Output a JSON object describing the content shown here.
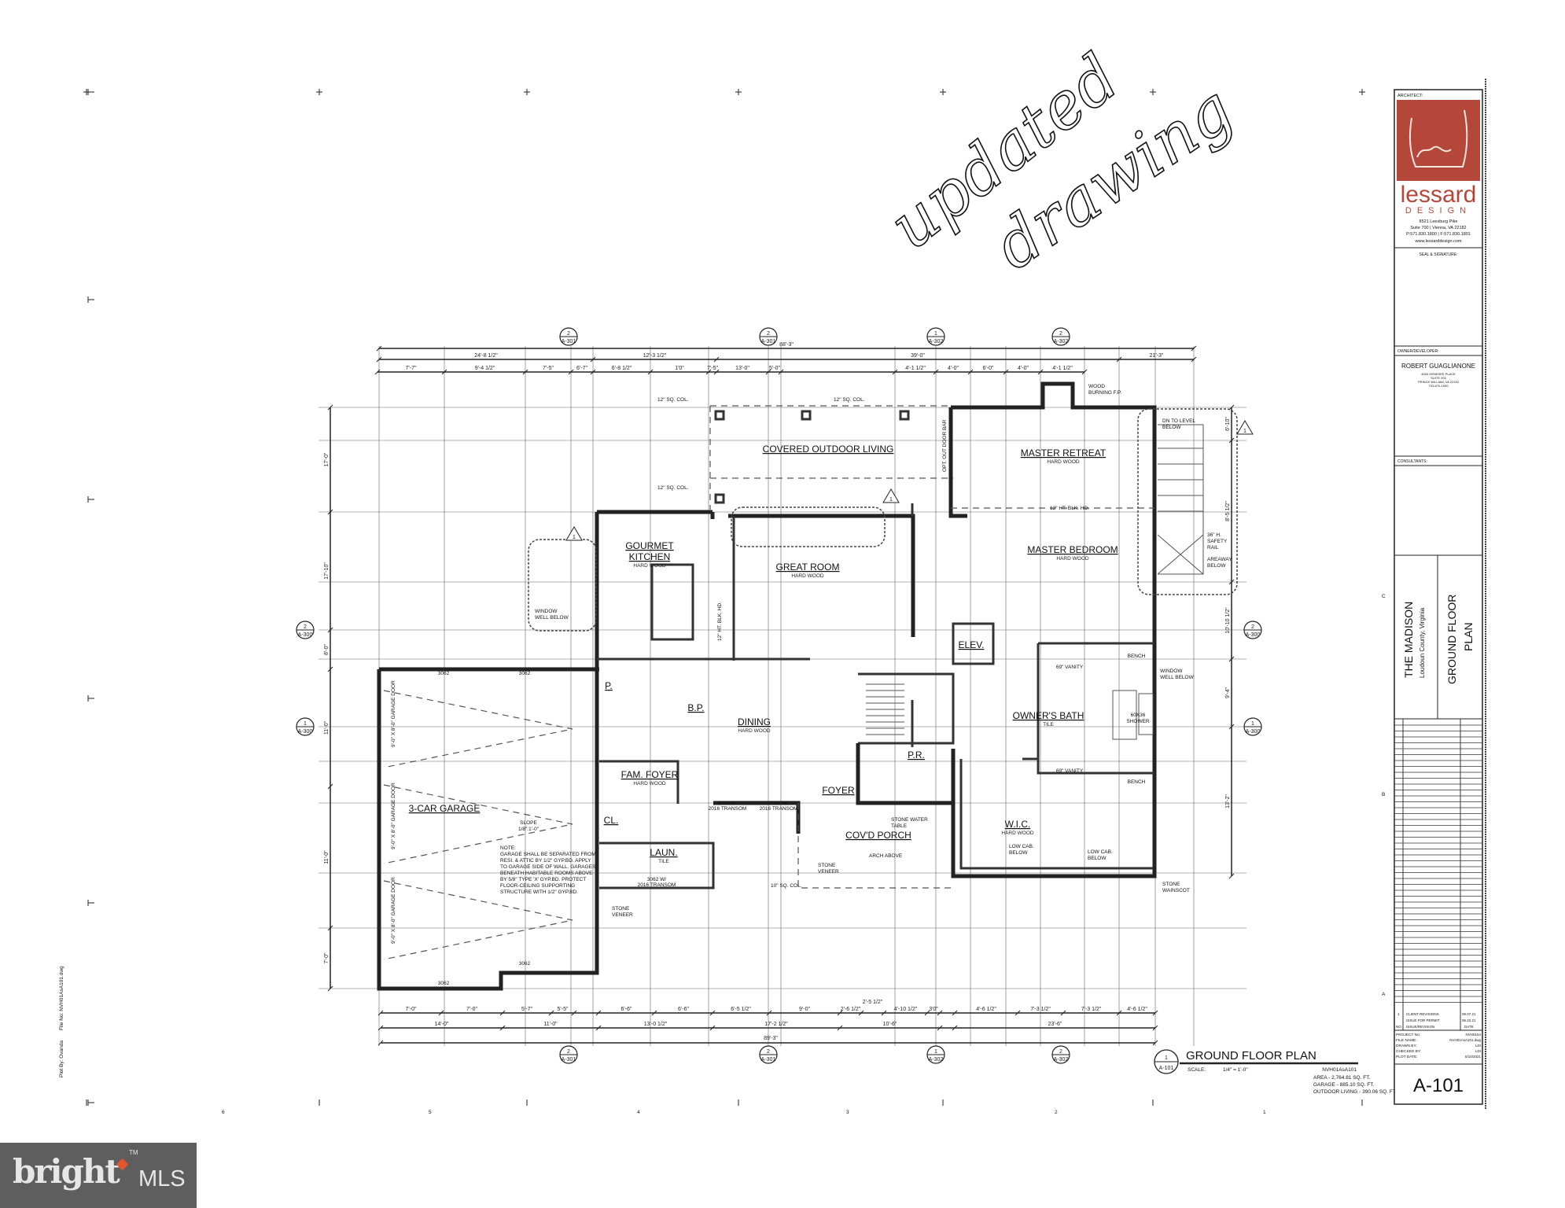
{
  "annotation": {
    "handwritten_line1": "updated",
    "handwritten_line2": "drawing"
  },
  "margin_text": {
    "plot_by": "Plot By: Ovanda",
    "file_no": "File No: NVH01AsA101.dwg"
  },
  "plan": {
    "title": "GROUND FLOOR PLAN",
    "callout_number": "1",
    "callout_sheet": "A-101",
    "scale_label": "SCALE:",
    "scale_value": "1/4\" = 1'-0\"",
    "file_ref": "NVH01AsA101",
    "area_lines": [
      "AREA - 2,764.81 SQ. FT.",
      "GARAGE - 885.10 SQ. FT.",
      "OUTDOOR LIVING - 390.06 SQ. FT."
    ],
    "rooms": [
      {
        "name": "COVERED OUTDOOR LIVING",
        "finish": ""
      },
      {
        "name": "MASTER RETREAT",
        "finish": "HARD WOOD"
      },
      {
        "name": "GOURMET",
        "finish": "HARD WOOD",
        "name2": "KITCHEN"
      },
      {
        "name": "GREAT ROOM",
        "finish": "HARD WOOD"
      },
      {
        "name": "MASTER BEDROOM",
        "finish": "HARD WOOD"
      },
      {
        "name": "ELEV.",
        "finish": ""
      },
      {
        "name": "OWNER'S BATH",
        "finish": "TILE"
      },
      {
        "name": "DINING",
        "finish": "HARD WOOD"
      },
      {
        "name": "P.",
        "finish": ""
      },
      {
        "name": "B.P.",
        "finish": ""
      },
      {
        "name": "FAM. FOYER",
        "finish": "HARD WOOD"
      },
      {
        "name": "FOYER",
        "finish": ""
      },
      {
        "name": "3-CAR GARAGE",
        "finish": ""
      },
      {
        "name": "P.R.",
        "finish": ""
      },
      {
        "name": "W.I.C.",
        "finish": "HARD WOOD"
      },
      {
        "name": "COV'D PORCH",
        "finish": ""
      },
      {
        "name": "LAUN.",
        "finish": "TILE"
      },
      {
        "name": "CL.",
        "finish": ""
      }
    ],
    "notes": {
      "garage_note": [
        "NOTE:",
        "GARAGE SHALL BE SEPARATED FROM",
        "RESI. & ATTIC BY 1/2\" GYP.BD. APPLY",
        "TO GARAGE SIDE OF WALL. GARAGES",
        "BENEATH HABITABLE ROOMS ABOVE",
        "BY 5/8\" TYPE 'X' GYP.BD. PROTECT",
        "FLOOR-CEILING SUPPORTING",
        "STRUCTURE WITH 1/2\" GYP.BD."
      ],
      "slope": [
        "SLOPE",
        "1/8\":1'-0\""
      ],
      "garage_doors": [
        "9'-0\" X 8'-0\" GARAGE DOOR",
        "9'-0\" X 8'-0\" GARAGE DOOR",
        "9'-0\" X 8'-0\" GARAGE DOOR"
      ],
      "window_well": [
        "WINDOW",
        "WELL BELOW"
      ],
      "window_well_right": [
        "WINDOW",
        "WELL BELOW"
      ],
      "wood_fp": [
        "WOOD",
        "BURNING F.P."
      ],
      "dn_level": [
        "DN TO LEVEL",
        "BELOW"
      ],
      "safety_rail": [
        "36\" H.",
        "SAFETY",
        "RAIL"
      ],
      "areaway": [
        "AREAWAY",
        "BELOW"
      ],
      "stone_veneer": [
        "STONE",
        "VENEER"
      ],
      "stone_veneer2": [
        "STONE",
        "VENEER"
      ],
      "stone_wainscot": [
        "STONE",
        "WAINSCOT"
      ],
      "stone_water_table": [
        "STONE WATER",
        "TABLE"
      ],
      "arch_above": "ARCH ABOVE",
      "sq_col": [
        "12\" SQ. COL.",
        "12\" SQ. COL.",
        "12\" SQ. COL.",
        "10\" SQ. COL."
      ],
      "blk_hd": [
        "12\" HT. BLK. HD.",
        "12\" HT. BLK. HD."
      ],
      "opt_door": "OPT. OUT DOOR BAR",
      "shower": [
        "60X36",
        "SHOWER"
      ],
      "vanity": [
        "69\" VANITY",
        "69\" VANITY"
      ],
      "bench": [
        "BENCH",
        "BENCH"
      ],
      "low_cab": [
        "LOW CAB.",
        "BELOW"
      ],
      "transom": [
        "3062 W/",
        "2016 TRANSOM"
      ],
      "garage_window": "3062"
    },
    "dims_top": {
      "overall": "88'-3\"",
      "row2": [
        "24'-8 1/2\"",
        "12'-3 1/2\"",
        "39'-0\"",
        "21'-3\""
      ],
      "row3": [
        "7'-7\"",
        "9'-4 1/2\"",
        "7'-5\"",
        "6'-7\"",
        "6'-8 1/2\"",
        "1'0\"",
        "7'-5\"",
        "13'-0\"",
        "5'-0\"",
        "",
        "4'-1 1/2\"",
        "4'-0\"",
        "6'-0\"",
        "4'-0\"",
        "4'-1 1/2\""
      ]
    },
    "dims_bottom": {
      "row1": [
        "7'-0\"",
        "7'-0\"",
        "5'-7\"",
        "5'-5\"",
        "",
        "6'-6\"",
        "6'-6\"",
        "6'-5 1/2\"",
        "9'-0\"",
        "2'-6 1/2\"",
        "2'-5 1/2\"",
        "4'-10 1/2\"",
        "3'0\"",
        "",
        "4'-6 1/2\"",
        "7'-3 1/2\"",
        "7'-3 1/2\"",
        "4'-6 1/2\""
      ],
      "row2": [
        "14'-0\"",
        "11'-0\"",
        "13'-0 1/2\"",
        "17'-2 1/2\"",
        "10'-6\"",
        "",
        "23'-6\""
      ],
      "overall": "89'-3\""
    },
    "dims_left": [
      "17'-0\"",
      "17'-10\"",
      "8'-0\"",
      "11'-0\"",
      "11'-0\"",
      "7'-0\""
    ],
    "dims_right": [
      "6'-10\"",
      "8'-5 1/2\"",
      "10'-10 1/2\"",
      "9'-4\"",
      "13'-2\""
    ],
    "section_markers": [
      {
        "num": "2",
        "sheet": "A-301"
      },
      {
        "num": "2",
        "sheet": "A-301"
      },
      {
        "num": "1",
        "sheet": "A-302"
      },
      {
        "num": "2",
        "sheet": "A-302"
      },
      {
        "num": "2",
        "sheet": "A-301"
      },
      {
        "num": "2",
        "sheet": "A-301"
      },
      {
        "num": "1",
        "sheet": "A-302"
      },
      {
        "num": "2",
        "sheet": "A-302"
      },
      {
        "num": "2",
        "sheet": "A-300"
      },
      {
        "num": "1",
        "sheet": "A-300"
      },
      {
        "num": "2",
        "sheet": "A-300"
      },
      {
        "num": "1",
        "sheet": "A-300"
      }
    ],
    "revision_delta": "1"
  },
  "title_block": {
    "architect_label": "ARCHITECT:",
    "firm_name": "lessard",
    "firm_sub": "DESIGN",
    "firm_address": [
      "8521 Leesburg Pike",
      "Suite 700 | Vienna, VA 22182",
      "P:571.830.1800  |  F:571.830.1801",
      "www.lessarddesign.com"
    ],
    "seal_label": "SEAL & SIGNATURE:",
    "owner_label": "OWNER/DEVELOPER:",
    "owner_name": "ROBERT GUAGLIANONE",
    "owner_address": [
      "4000 GENESEE PLACE",
      "SUITE 203",
      "PRINCE WILLIAM, VA 22192",
      "703-670-1900"
    ],
    "consultants_label": "CONSULTANTS:",
    "project_name": "THE MADISON",
    "project_location": "Loudoun County, Virginia",
    "sheet_title_1": "GROUND FLOOR",
    "sheet_title_2": "PLAN",
    "revisions": [
      {
        "no": "1",
        "desc": "CLIENT REVISIONS",
        "date": "09.07.21"
      },
      {
        "no": "",
        "desc": "ISSUE FOR PERMIT",
        "date": "06.22.21"
      }
    ],
    "revision_header": {
      "no": "NO",
      "desc": "ISSUE/REVISION",
      "date": "DATE"
    },
    "project_info": [
      {
        "label": "PROJECT No:",
        "value": "NVH0154"
      },
      {
        "label": "FILE NAME:",
        "value": "NVH01AsA101.dwg"
      },
      {
        "label": "DRAWN BY:",
        "value": "LDI"
      },
      {
        "label": "CHECKED BY:",
        "value": "LDI"
      },
      {
        "label": "PLOT DATE:",
        "value": "5/10/2021"
      }
    ],
    "sheet_number": "A-101",
    "border_ticks": [
      "C",
      "B",
      "A"
    ],
    "logo_color": "#b5473a"
  },
  "sheet_grid_labels": [
    "6",
    "5",
    "4",
    "3",
    "2",
    "1"
  ],
  "watermark": {
    "brand": "bright",
    "suffix": "MLS",
    "tm": "TM",
    "background": "#5e5e5e",
    "accent": "#e2552d"
  }
}
